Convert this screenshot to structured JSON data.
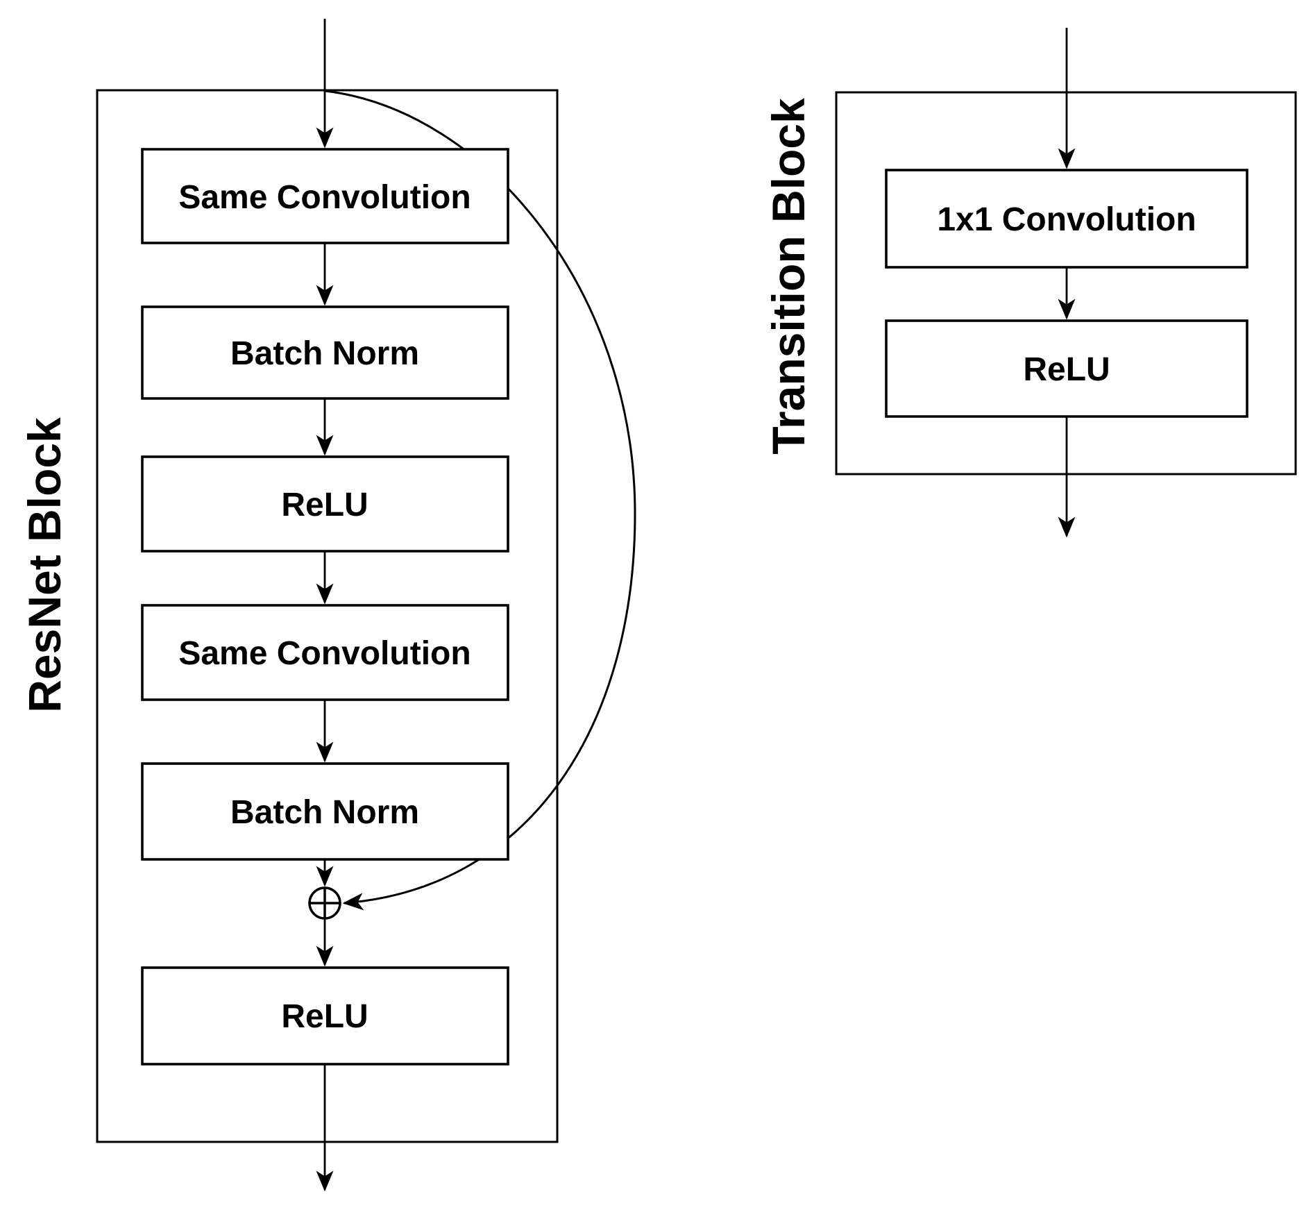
{
  "colors": {
    "background": "#ffffff",
    "line": "#000000",
    "box_fill": "#ffffff",
    "text": "#000000"
  },
  "resnet_block": {
    "title": "ResNet Block",
    "layers": [
      {
        "label": "Same Convolution"
      },
      {
        "label": "Batch Norm"
      },
      {
        "label": "ReLU"
      },
      {
        "label": "Same Convolution"
      },
      {
        "label": "Batch Norm"
      },
      {
        "label": "ReLU"
      }
    ],
    "merge_operator_symbol": "⊕",
    "has_skip_connection": true
  },
  "transition_block": {
    "title": "Transition Block",
    "layers": [
      {
        "label": "1x1 Convolution"
      },
      {
        "label": "ReLU"
      }
    ]
  }
}
